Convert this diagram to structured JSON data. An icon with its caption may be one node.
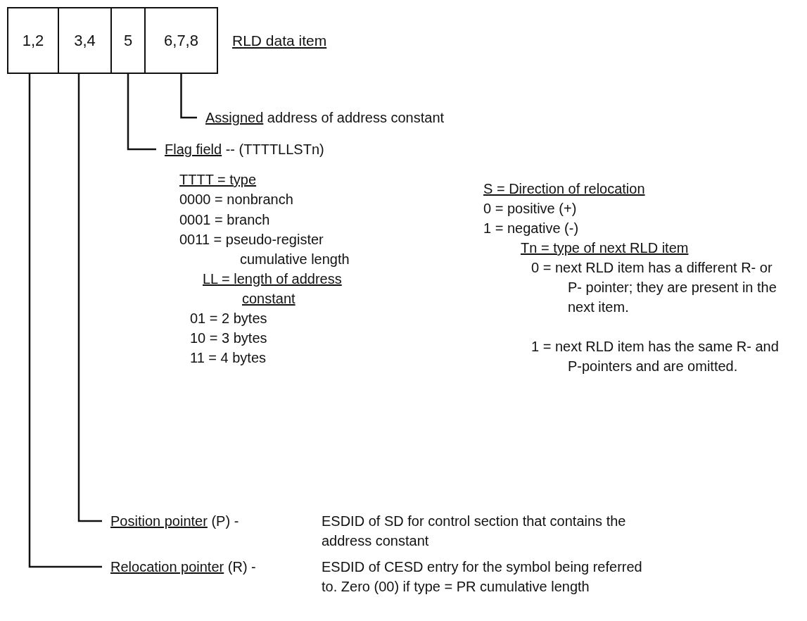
{
  "diagram": {
    "nodes": [
      {
        "text": [],
        "shape": "box",
        "beside": [
          "RLD data item"
        ]
      },
      {
        "text": [
          "1,2"
        ],
        "in": 0
      },
      {
        "text": [
          "3,4"
        ],
        "in": 0
      },
      {
        "text": [
          "5"
        ],
        "in": 0
      },
      {
        "text": [
          "6,7,8"
        ],
        "in": 0
      },
      {
        "text": [
          "Assigned address of address constant"
        ]
      },
      {
        "text": [
          "Flag field -- (TTTTLLSTn)"
        ]
      },
      {
        "text": [
          "Position pointer (P) -",
          "ESDID of SD for control section that contains the address constant"
        ]
      },
      {
        "text": [
          "Relocation pointer (R) -",
          "ESDID of CESD entry for the symbol being referred to. Zero (00) if type = PR cumulative length"
        ]
      }
    ],
    "edges": [
      {
        "from": 4,
        "to": 5,
        "arrow": "none"
      },
      {
        "from": 3,
        "to": 6,
        "arrow": "none"
      },
      {
        "from": 2,
        "to": 7,
        "arrow": "none"
      },
      {
        "from": 1,
        "to": 8,
        "arrow": "none"
      }
    ],
    "labels": [
      "TTTT = type",
      "0000 = nonbranch",
      "0001 = branch",
      "0011 = pseudo-register cumulative length",
      "LL = length of address constant",
      "01 = 2 bytes",
      "10 = 3 bytes",
      "11 = 4 bytes",
      "S = Direction of relocation",
      "0 = positive (+)",
      "1 = negative (-)",
      "Tn = type of next RLD item",
      "0 = next RLD item has a different R- or P- pointer; they are present in the next item.",
      "1 = next RLD item has the same R- and P-pointers and are omitted."
    ]
  }
}
